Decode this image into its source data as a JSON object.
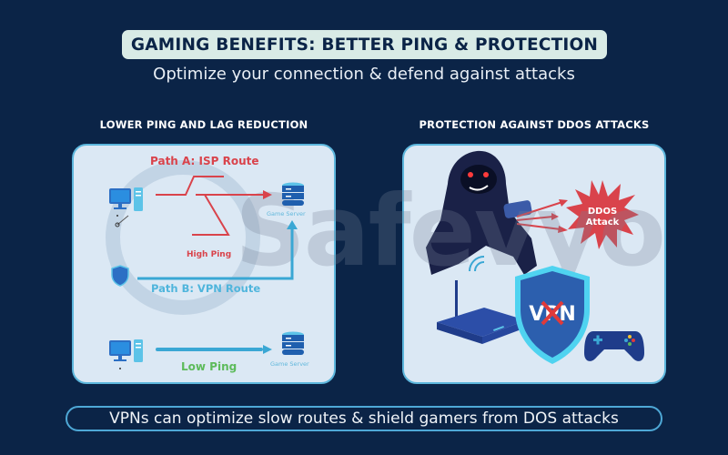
{
  "header": {
    "title": "GAMING BENEFITS: BETTER PING & PROTECTION",
    "subtitle": "Optimize your connection & defend against attacks"
  },
  "left_section": {
    "heading": "LOWER PING AND LAG REDUCTION",
    "path_a_label": "Path A: ISP Route",
    "high_ping_label": "High Ping",
    "path_b_label": "Path B: VPN Route",
    "low_ping_label": "Low Ping",
    "server_label_top": "Game Server",
    "server_label_bottom": "Game Server",
    "icons": [
      "desktop-computer-icon",
      "game-server-icon",
      "shield-icon",
      "zigzag-route-arrow",
      "vpn-route-arrow"
    ]
  },
  "right_section": {
    "heading": "PROTECTION AGAINST DDOS ATTACKS",
    "ddos_line1": "DDOS",
    "ddos_line2": "Attack",
    "shield_text": "VPN",
    "icons": [
      "hooded-hacker",
      "ddos-burst-icon",
      "router-icon",
      "wifi-icon",
      "vpn-shield-icon",
      "gamepad-icon"
    ]
  },
  "watermark": "Safevyo",
  "footer": {
    "caption": "VPNs can optimize slow routes & shield gamers from DOS attacks"
  },
  "colors": {
    "background": "#0b2447",
    "title_pill": "#d9ebe6",
    "panel_bg": "#dbe8f4",
    "panel_border": "#5cb6dc",
    "isp_red": "#d9434b",
    "vpn_blue": "#4fb5dc",
    "low_ping_green": "#5dbb5b"
  }
}
